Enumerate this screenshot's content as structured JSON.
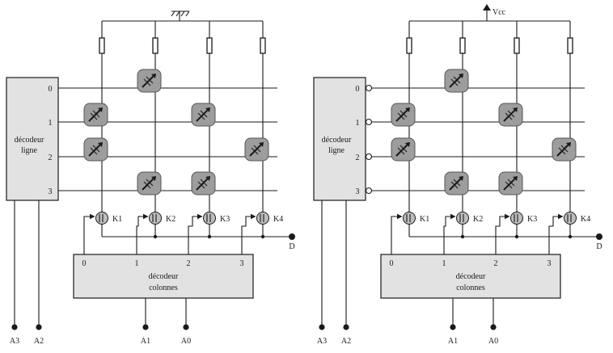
{
  "colors": {
    "wire": "#1a1a1a",
    "decoder_fill": "#e2e2e2",
    "cell_fill": "#9d9d9d",
    "cell_stroke": "#555555",
    "switch_fill": "#bdbdbd"
  },
  "panels": [
    {
      "id": "left",
      "supply_label": "",
      "supply_icon": "ground-icon",
      "row_decoder": {
        "label_line1": "décodeur",
        "label_line2": "ligne",
        "outputs": [
          "0",
          "1",
          "2",
          "3"
        ],
        "inverted_outputs": false
      },
      "column_decoder": {
        "label_line1": "décodeur",
        "label_line2": "colonnes",
        "inputs": [
          "0",
          "1",
          "2",
          "3"
        ]
      },
      "switches": [
        "K1",
        "K2",
        "K3",
        "K4"
      ],
      "output_label": "D",
      "address_pins": [
        "A3",
        "A2",
        "A1",
        "A0"
      ],
      "cells": [
        [
          0,
          1,
          0,
          0
        ],
        [
          1,
          0,
          1,
          0
        ],
        [
          1,
          0,
          0,
          1
        ],
        [
          0,
          1,
          1,
          0
        ]
      ]
    },
    {
      "id": "right",
      "supply_label": "Vcc",
      "supply_icon": "vcc-arrow-icon",
      "row_decoder": {
        "label_line1": "décodeur",
        "label_line2": "ligne",
        "outputs": [
          "0",
          "1",
          "2",
          "3"
        ],
        "inverted_outputs": true
      },
      "column_decoder": {
        "label_line1": "décodeur",
        "label_line2": "colonnes",
        "inputs": [
          "0",
          "1",
          "2",
          "3"
        ]
      },
      "switches": [
        "K1",
        "K2",
        "K3",
        "K4"
      ],
      "output_label": "D",
      "address_pins": [
        "A3",
        "A2",
        "A1",
        "A0"
      ],
      "cells": [
        [
          0,
          1,
          0,
          0
        ],
        [
          1,
          0,
          1,
          0
        ],
        [
          1,
          0,
          0,
          1
        ],
        [
          0,
          1,
          1,
          0
        ]
      ]
    }
  ]
}
